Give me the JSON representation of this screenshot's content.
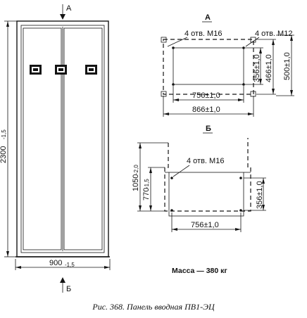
{
  "front_view": {
    "view_arrow_top": "А",
    "view_arrow_bottom": "Б",
    "height_dim": "2300",
    "height_tol": "-1,5",
    "width_dim": "900",
    "width_tol": "-1,5"
  },
  "view_a": {
    "label": "А",
    "holes_m16": "4 отв. М16",
    "holes_m12": "4 отв. М12",
    "dim_756": "756±1,0",
    "dim_866": "866±1,0",
    "dim_356": "356±1,0",
    "dim_466": "466±1,0",
    "dim_500": "500±1,0"
  },
  "view_b": {
    "label": "Б",
    "holes_m16": "4 отв. М16",
    "dim_1050": "1050",
    "dim_1050_tol": "-2,0",
    "dim_770": "770",
    "dim_770_tol": "-1,5",
    "dim_356": "356±1,0",
    "dim_756": "756±1,0"
  },
  "mass": "Масса — 380 кг",
  "caption": "Рис. 368. Панель вводная ПВ1-ЭЦ"
}
